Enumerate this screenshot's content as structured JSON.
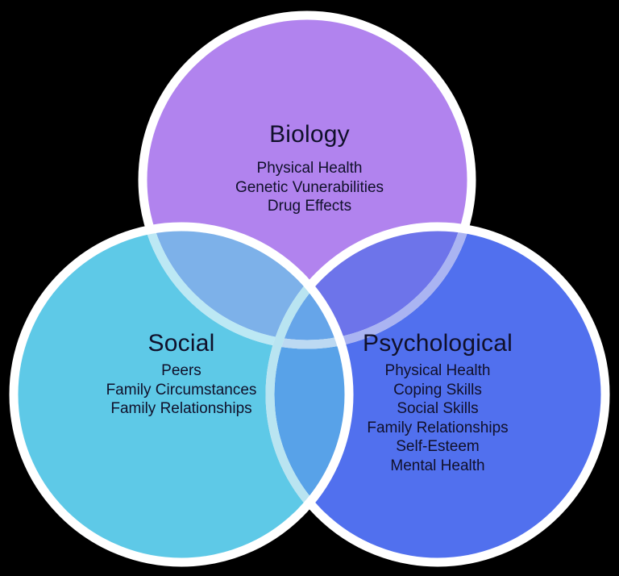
{
  "colors": {
    "background": "#000000",
    "ring": "#ffffff",
    "text": "#10102a",
    "biology_fill": "#b183ee",
    "social_fill": "#5ec9e7",
    "psychological_fill": "#5170ee",
    "biology_social_overlap": "#7db1e9",
    "biology_psychological_overlap": "#6d74ea",
    "social_psychological_overlap": "#58a2e8",
    "center_overlap": "#66a5e9",
    "biology_ring_in_social": "#bce8f4",
    "biology_ring_in_psychological": "#aab4f2",
    "biology_ring_in_center": "#bcd9f2",
    "psychological_ring_in_social": "#b9e4f1"
  },
  "venn": {
    "biology": {
      "label": "Biology",
      "items": [
        "Physical Health",
        "Genetic Vunerabilities",
        "Drug Effects"
      ]
    },
    "social": {
      "label": "Social",
      "items": [
        "Peers",
        "Family Circumstances",
        "Family Relationships"
      ]
    },
    "psychological": {
      "label": "Psychological",
      "items": [
        "Physical Health",
        "Coping Skills",
        "Social Skills",
        "Family Relationships",
        "Self-Esteem",
        "Mental Health"
      ]
    }
  }
}
